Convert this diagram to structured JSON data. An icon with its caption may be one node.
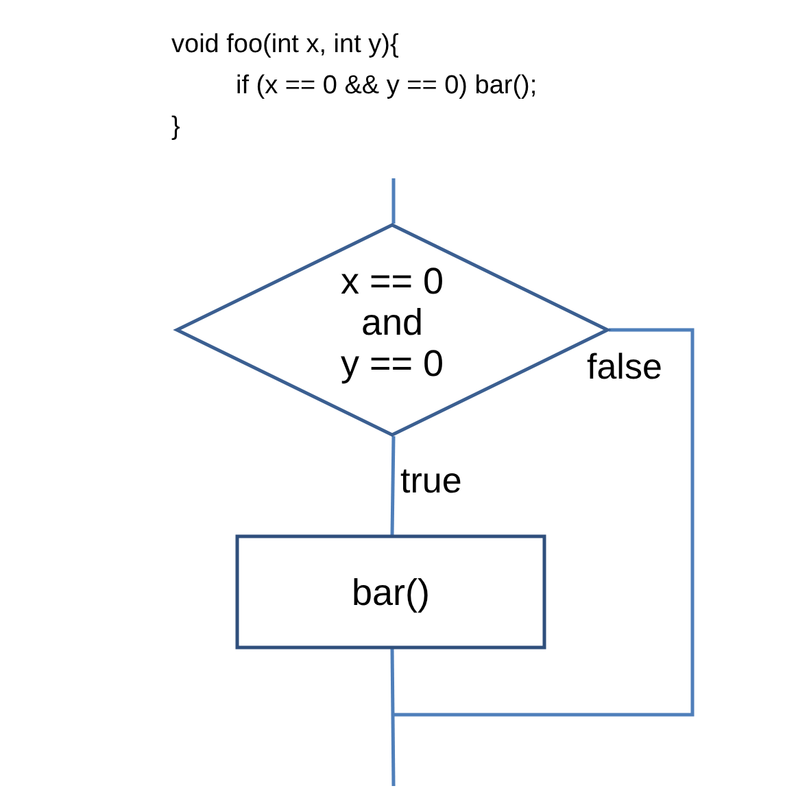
{
  "diagram": {
    "nodes": [
      {
        "text": [
          "x == 0 and y == 0"
        ]
      },
      {
        "text": [
          "bar()"
        ]
      }
    ],
    "edges": [
      {
        "from": null,
        "to": 0,
        "arrow": "none"
      },
      {
        "from": 0,
        "to": 1,
        "arrow": "none",
        "label": "true"
      },
      {
        "from": 1,
        "to": null,
        "arrow": "none"
      },
      {
        "from": 0,
        "to": null,
        "arrow": "none",
        "label": "false"
      }
    ],
    "labels": [
      "void foo(int x, int y){",
      "if (x == 0 && y == 0) bar();",
      "}"
    ]
  }
}
